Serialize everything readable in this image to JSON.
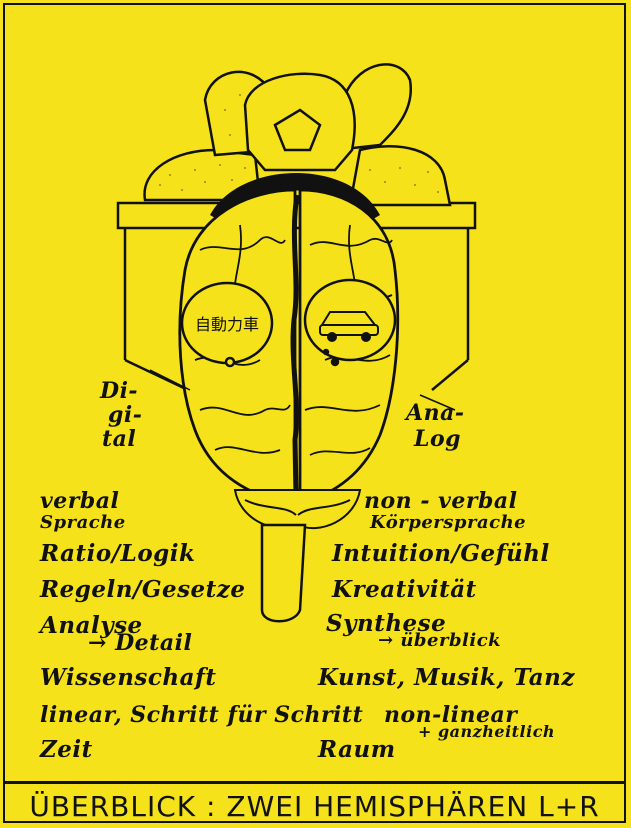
{
  "left_side": {
    "digital": [
      "Di-",
      "gi-",
      "tal"
    ],
    "items": [
      {
        "line1": "verbal",
        "line2": "Sprache"
      },
      {
        "line1": "Ratio/Logik"
      },
      {
        "line1": "Regeln/Gesetze"
      },
      {
        "line1": "Analyse",
        "line2": "→ Detail"
      },
      {
        "line1": "Wissenschaft"
      },
      {
        "line1": "linear, Schritt für Schritt"
      },
      {
        "line1": "Zeit"
      }
    ]
  },
  "right_side": {
    "analog": [
      "Ana-",
      "Log"
    ],
    "items": [
      {
        "line1": "non - verbal",
        "line2": "Körpersprache"
      },
      {
        "line1": "Intuition/Gefühl"
      },
      {
        "line1": "Kreativität"
      },
      {
        "line1": "Synthese",
        "line2": "→ überblick"
      },
      {
        "line1": "Kunst, Musik, Tanz"
      },
      {
        "line1": "non-linear",
        "line2": "+ ganzheitlich"
      },
      {
        "line1": "Raum"
      }
    ]
  },
  "bubble_left_text": "自動力車",
  "footer_title": "ÜBERBLICK : ZWEI HEMISPHÄREN L+R"
}
